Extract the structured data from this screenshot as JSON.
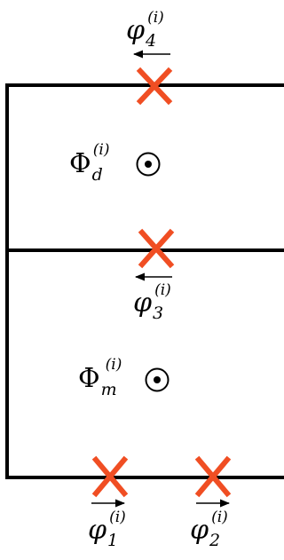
{
  "colors": {
    "wire": "#000000",
    "junction": "#f04e23",
    "background": "#ffffff"
  },
  "junctions": [
    {
      "name": "junction-4",
      "label": {
        "base": "φ",
        "sub": "4",
        "sup": "(i)"
      },
      "arrow": "left"
    },
    {
      "name": "junction-3",
      "label": {
        "base": "φ",
        "sub": "3",
        "sup": "(i)"
      },
      "arrow": "left"
    },
    {
      "name": "junction-1",
      "label": {
        "base": "φ",
        "sub": "1",
        "sup": "(i)"
      },
      "arrow": "right"
    },
    {
      "name": "junction-2",
      "label": {
        "base": "φ",
        "sub": "2",
        "sup": "(i)"
      },
      "arrow": "right"
    }
  ],
  "fluxes": [
    {
      "name": "flux-d",
      "label": {
        "base": "Φ",
        "sub": "d",
        "sup": "(i)"
      },
      "symbol": "circled-dot"
    },
    {
      "name": "flux-m",
      "label": {
        "base": "Φ",
        "sub": "m",
        "sup": "(i)"
      },
      "symbol": "circled-dot"
    }
  ]
}
